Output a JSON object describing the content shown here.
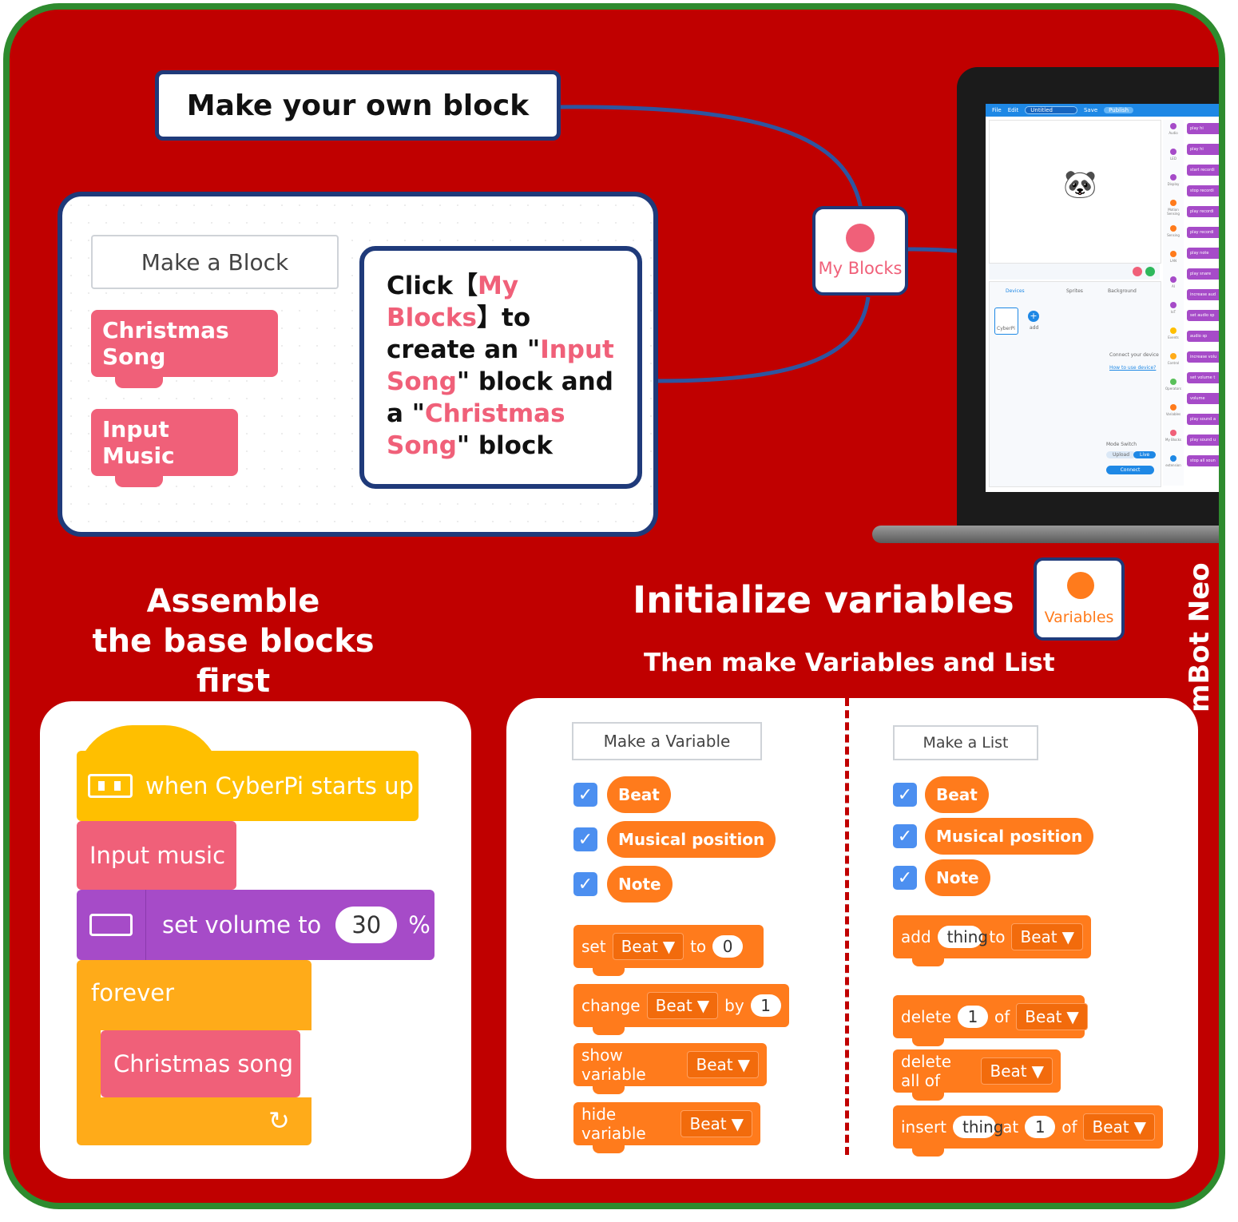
{
  "brand": "mBot Neo",
  "top": {
    "title": "Make your own block",
    "my_blocks_badge": "My Blocks",
    "make_block_button": "Make a Block",
    "blocks": [
      "Christmas Song",
      "Input Music"
    ],
    "instruction": {
      "p1": "Click【",
      "h1": "My Blocks",
      "p2": "】to create an \"",
      "h2": "Input Song",
      "p3": "\" block and a \"",
      "h3": "Christmas Song",
      "p4": "\" block"
    }
  },
  "laptop": {
    "menu": [
      "File",
      "Edit"
    ],
    "project_name": "Untitled",
    "save_label": "Save",
    "publish_label": "Publish",
    "tabs": [
      "Devices",
      "Sprites",
      "Background"
    ],
    "device_label": "CyberPi",
    "add_label": "add",
    "connect_hint": "Connect your device",
    "how_to_link": "How to use device?",
    "mode_switch_label": "Mode Switch",
    "mode_upload": "Upload",
    "mode_live": "Live",
    "connect_button": "Connect",
    "categories": [
      "Audio",
      "LED",
      "Display",
      "Motion Sensing",
      "Sensing",
      "LAN",
      "AI",
      "IoT",
      "Events",
      "Control",
      "Operators",
      "Variables",
      "My Blocks",
      "extension"
    ],
    "palette": [
      "play hi",
      "play hi",
      "start recordi",
      "stop recordi",
      "play recordi",
      "play recordi",
      "play note",
      "play snare",
      "increase aud",
      "set audio sp",
      "audio sp",
      "increase volu",
      "set volume t",
      "volume",
      "play sound a",
      "play sound u",
      "stop all soun"
    ]
  },
  "assemble": {
    "heading_lines": [
      "Assemble",
      "the base blocks",
      "first"
    ],
    "hat_label": "when CyberPi starts up",
    "input_music": "Input music",
    "set_volume_label": "set volume to",
    "volume_value": "30",
    "percent": "%",
    "forever_label": "forever",
    "christmas_song": "Christmas song",
    "loop_arrow": "↻"
  },
  "variables": {
    "heading": "Initialize variables",
    "badge": "Variables",
    "subheading": "Then make Variables and List",
    "make_variable": "Make a Variable",
    "make_list": "Make a List",
    "var_items": [
      "Beat",
      "Musical position",
      "Note"
    ],
    "list_items": [
      "Beat",
      "Musical position",
      "Note"
    ],
    "var_blocks": {
      "set": {
        "label": "set",
        "dropdown": "Beat",
        "to": "to",
        "value": "0"
      },
      "change": {
        "label": "change",
        "dropdown": "Beat",
        "by": "by",
        "value": "1"
      },
      "show": {
        "label": "show variable",
        "dropdown": "Beat"
      },
      "hide": {
        "label": "hide variable",
        "dropdown": "Beat"
      }
    },
    "list_blocks": {
      "add": {
        "label": "add",
        "slot": "thing",
        "to": "to",
        "dropdown": "Beat"
      },
      "delete": {
        "label": "delete",
        "slot": "1",
        "of": "of",
        "dropdown": "Beat"
      },
      "delete_all": {
        "label": "delete all of",
        "dropdown": "Beat"
      },
      "insert": {
        "label": "insert",
        "slot": "thing",
        "at": "at",
        "value": "1",
        "of": "of",
        "dropdown": "Beat"
      }
    },
    "dropdown_arrow": "▼",
    "check": "✓"
  },
  "colors": {
    "background": "#c00000",
    "border": "#2e8b2e",
    "pink": "#f06079",
    "orange": "#ff7b1c",
    "purple": "#a64bc8",
    "yellow": "#ffbf00",
    "navy": "#1f3a7a"
  }
}
